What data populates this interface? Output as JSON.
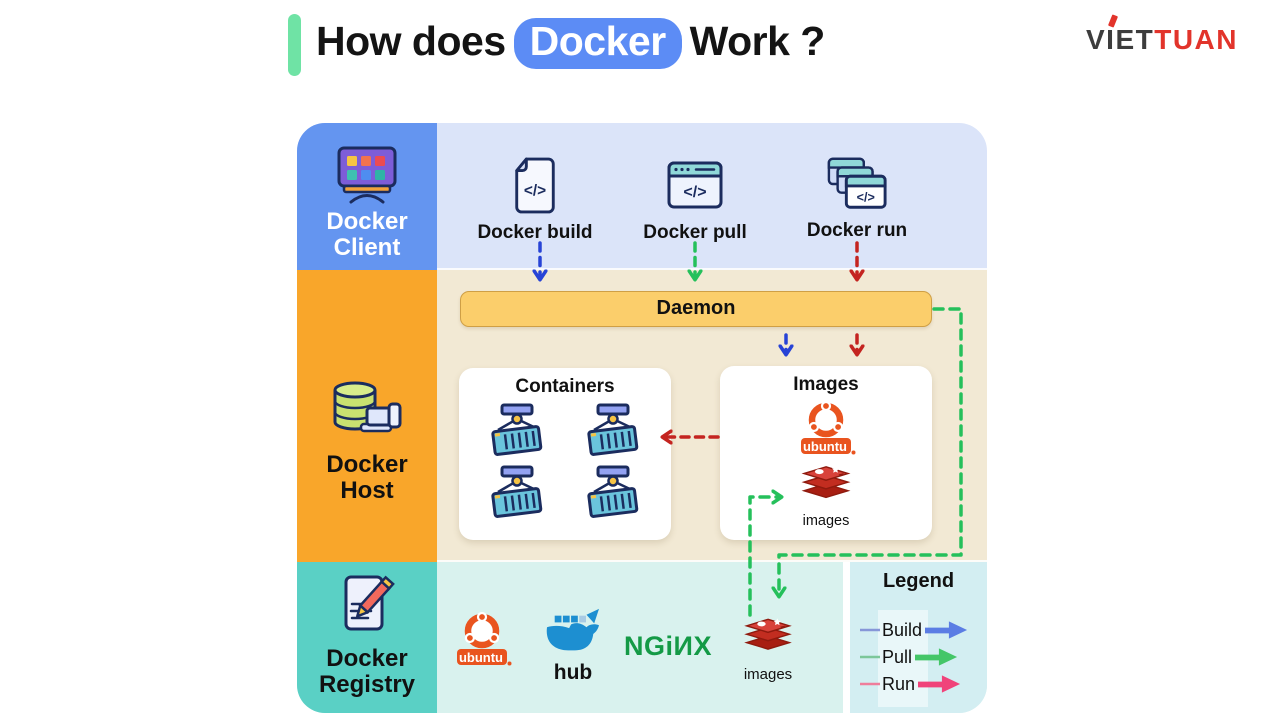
{
  "title": {
    "prefix": "How does",
    "highlight": "Docker",
    "suffix": "Work ?",
    "accent_bar_color": "#6fe3a5",
    "highlight_bg": "#5c8cf5"
  },
  "logo": {
    "viet": "VIET",
    "tuan": "TUAN",
    "viet_color": "#3d3d3d",
    "tuan_color": "#e2342b"
  },
  "client": {
    "label1": "Docker",
    "label2": "Client",
    "sidebar_color": "#6495f0",
    "bg_color": "#dbe4f9",
    "commands": [
      {
        "label": "Docker build"
      },
      {
        "label": "Docker pull"
      },
      {
        "label": "Docker run"
      }
    ]
  },
  "host": {
    "label1": "Docker",
    "label2": "Host",
    "sidebar_color": "#f9a62a",
    "bg_color": "#f2e9d4",
    "daemon_label": "Daemon",
    "containers": {
      "title": "Containers",
      "count": 4
    },
    "images": {
      "title": "Images",
      "ubuntu_label": "ubuntu",
      "images_label": "images"
    }
  },
  "registry": {
    "label1": "Docker",
    "label2": "Registry",
    "sidebar_color": "#5ad0c5",
    "bg_color": "#d9f2ee",
    "items": {
      "ubuntu": "ubuntu",
      "hub": "hub",
      "nginx": "NGiИX",
      "images": "images"
    }
  },
  "legend": {
    "title": "Legend",
    "bg_color": "#d3eef2",
    "items": [
      {
        "label": "Build",
        "arrow_color": "#5b7de4",
        "line_color": "#8696d8"
      },
      {
        "label": "Pull",
        "arrow_color": "#44c668",
        "line_color": "#7cc79a"
      },
      {
        "label": "Run",
        "arrow_color": "#f0437a",
        "line_color": "#ef7d9b"
      }
    ]
  },
  "arrows": {
    "build": "#2743d6",
    "pull": "#25c05b",
    "run": "#c42420"
  },
  "flows": [
    {
      "from": "Docker build",
      "to": "Daemon",
      "type": "build"
    },
    {
      "from": "Docker pull",
      "to": "Daemon",
      "type": "pull"
    },
    {
      "from": "Docker run",
      "to": "Daemon",
      "type": "run"
    },
    {
      "from": "Daemon",
      "to": "Images",
      "type": "build"
    },
    {
      "from": "Daemon",
      "to": "Images",
      "type": "run"
    },
    {
      "from": "Images",
      "to": "Containers",
      "type": "run"
    },
    {
      "from": "Daemon",
      "to": "Registry images",
      "type": "pull"
    },
    {
      "from": "Registry images",
      "to": "Images",
      "type": "pull"
    }
  ]
}
